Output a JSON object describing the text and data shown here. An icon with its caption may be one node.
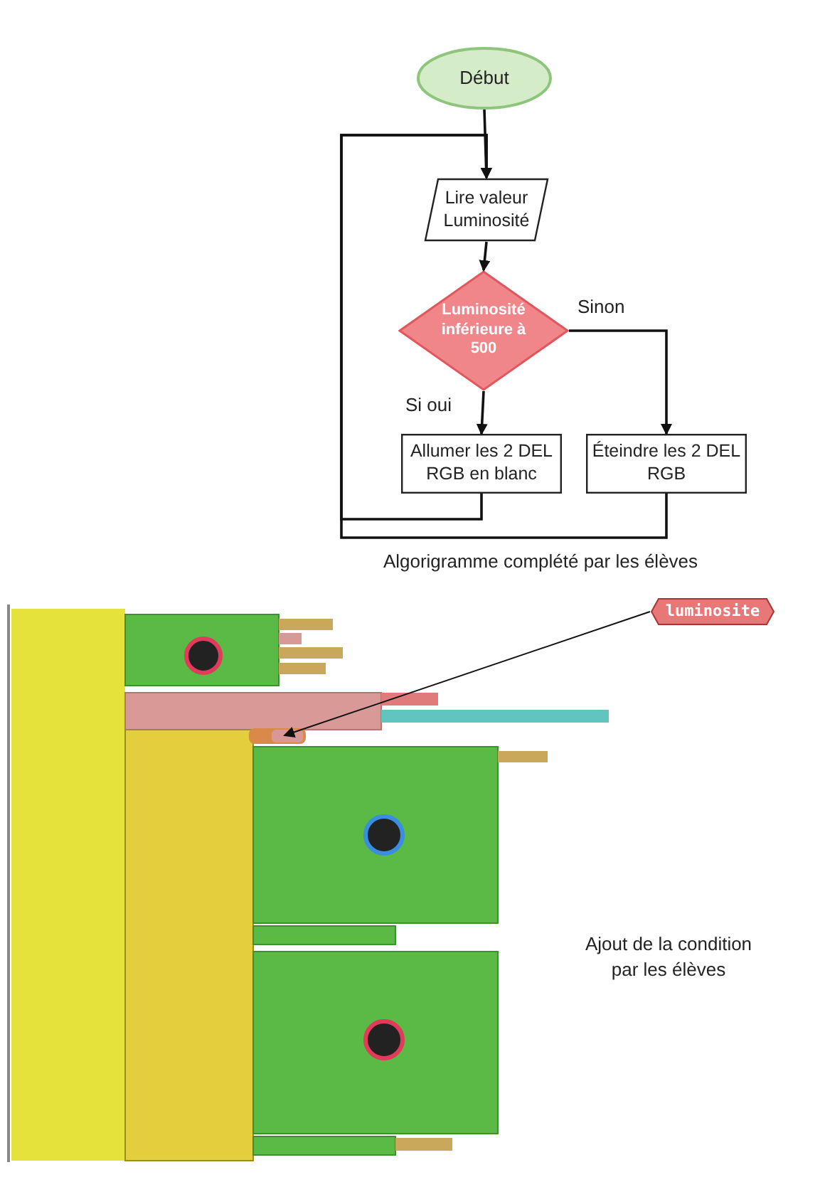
{
  "diagram": {
    "nodes": [
      {
        "text": [
          "Début"
        ]
      },
      {
        "text": [
          "Lire valeur Luminosité"
        ]
      },
      {
        "text": [
          "Luminosité inférieure à 500"
        ]
      },
      {
        "text": [
          "Allumer les 2 DEL RGB en blanc"
        ]
      },
      {
        "text": [
          "Éteindre les 2 DEL RGB"
        ]
      },
      {
        "text": [
          "luminosite"
        ]
      }
    ],
    "edges": [
      {
        "from": 0,
        "to": 1,
        "arrow": "to"
      },
      {
        "from": 1,
        "to": 2,
        "arrow": "to"
      },
      {
        "from": 2,
        "to": 3,
        "arrow": "to",
        "label": "Si oui"
      },
      {
        "from": 2,
        "to": 4,
        "arrow": "to",
        "label": "Sinon"
      },
      {
        "from": 3,
        "to": 1,
        "arrow": "to"
      },
      {
        "from": 4,
        "to": 1,
        "arrow": "to"
      },
      {
        "from": 5,
        "to": null,
        "arrow": "to"
      }
    ],
    "labels": [
      "Algorigramme complété par les élèves",
      "Ajout de la condition par les élèves"
    ]
  }
}
